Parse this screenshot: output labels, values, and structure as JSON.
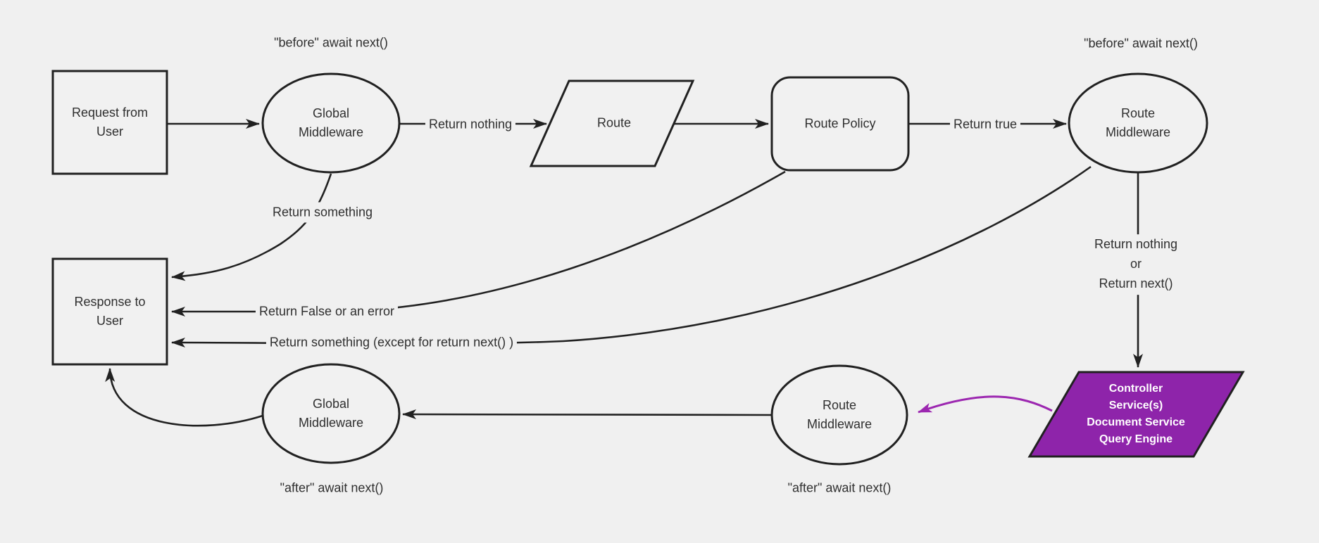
{
  "diagram": {
    "nodes": {
      "request": {
        "label": "Request from\nUser"
      },
      "global_mw_top": {
        "label": "Global\nMiddleware"
      },
      "route": {
        "label": "Route"
      },
      "route_policy": {
        "label": "Route Policy"
      },
      "route_mw_top": {
        "label": "Route\nMiddleware"
      },
      "response": {
        "label": "Response to\nUser"
      },
      "controller": {
        "label": "Controller\nService(s)\nDocument Service\nQuery Engine"
      },
      "route_mw_bottom": {
        "label": "Route\nMiddleware"
      },
      "global_mw_bottom": {
        "label": "Global\nMiddleware"
      }
    },
    "edge_labels": {
      "before_await_left": "\"before\" await next()",
      "before_await_right": "\"before\" await next()",
      "return_nothing": "Return nothing",
      "return_true": "Return true",
      "return_something": "Return something",
      "return_false_or_error": "Return False or an error",
      "return_something_except": "Return something (except for return next() )",
      "return_nothing_or_next": "Return nothing\nor\nReturn next()",
      "after_await_left": "\"after\" await next()",
      "after_await_middle": "\"after\" await next()"
    },
    "colors": {
      "background": "#f0f0f0",
      "node_fill": "#f1f1f1",
      "line": "#212121",
      "text": "#2f2f2f",
      "purple_fill": "#8e24aa",
      "purple_arrow": "#9c27b0",
      "purple_text": "#ffffff"
    }
  }
}
